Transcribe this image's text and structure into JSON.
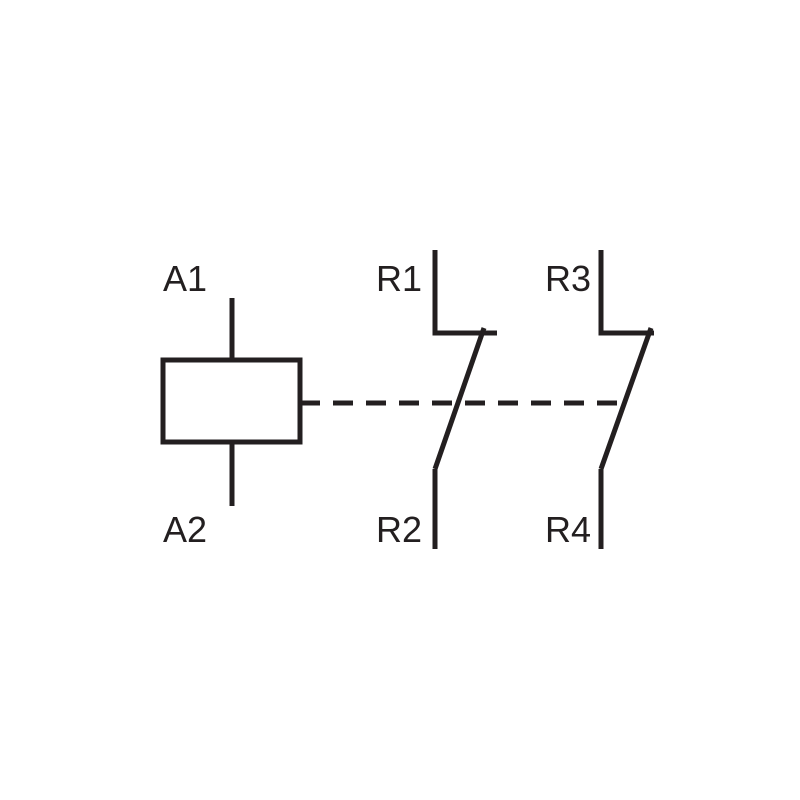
{
  "diagram": {
    "coil": {
      "terminal_top": "A1",
      "terminal_bottom": "A2"
    },
    "contacts": [
      {
        "terminal_top": "R1",
        "terminal_bottom": "R2"
      },
      {
        "terminal_top": "R3",
        "terminal_bottom": "R4"
      }
    ],
    "colors": {
      "line": "#231f20",
      "background": "#ffffff"
    }
  }
}
